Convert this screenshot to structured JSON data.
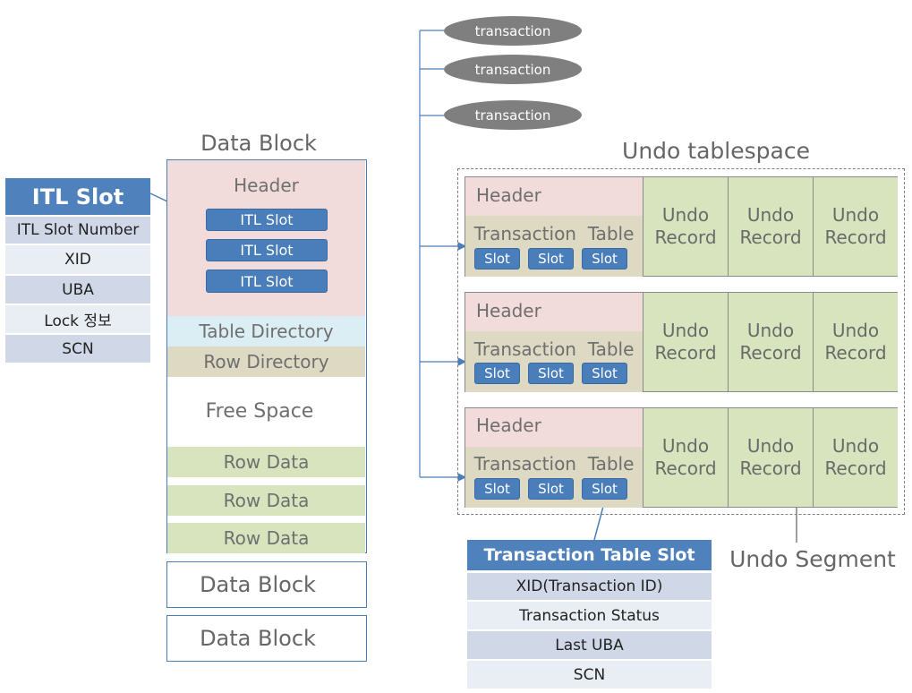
{
  "itl_slot": {
    "title": "ITL Slot",
    "fields": [
      "ITL Slot Number",
      "XID",
      "UBA",
      "Lock 정보",
      "SCN"
    ]
  },
  "data_block": {
    "title": "Data Block",
    "header_label": "Header",
    "itl_slots": [
      "ITL Slot",
      "ITL Slot",
      "ITL Slot"
    ],
    "table_directory": "Table Directory",
    "row_directory": "Row Directory",
    "free_space": "Free Space",
    "row_data": [
      "Row Data",
      "Row Data",
      "Row Data"
    ],
    "extra_blocks": [
      "Data Block",
      "Data Block"
    ]
  },
  "transactions": [
    "transaction",
    "transaction",
    "transaction"
  ],
  "undo_tablespace": {
    "title": "Undo tablespace",
    "segments": [
      {
        "header": "Header",
        "table_label": "Transaction  Table",
        "slots": [
          "Slot",
          "Slot",
          "Slot"
        ],
        "records": [
          "Undo\nRecord",
          "Undo\nRecord",
          "Undo\nRecord"
        ]
      },
      {
        "header": "Header",
        "table_label": "Transaction  Table",
        "slots": [
          "Slot",
          "Slot",
          "Slot"
        ],
        "records": [
          "Undo\nRecord",
          "Undo\nRecord",
          "Undo\nRecord"
        ]
      },
      {
        "header": "Header",
        "table_label": "Transaction  Table",
        "slots": [
          "Slot",
          "Slot",
          "Slot"
        ],
        "records": [
          "Undo\nRecord",
          "Undo\nRecord",
          "Undo\nRecord"
        ]
      }
    ],
    "segment_label": "Undo Segment"
  },
  "transaction_table_slot": {
    "title": "Transaction Table Slot",
    "fields": [
      "XID(Transaction ID)",
      "Transaction Status",
      "Last UBA",
      "SCN"
    ]
  },
  "colors": {
    "header_blue": "#4f81bd",
    "slot_blue": "#4a7ebb",
    "header_pink": "#f2dcdb",
    "undo_green": "#d7e4bd",
    "table_tan": "#ddd9c3",
    "table_dir_blue": "#dbeef4",
    "oval_gray": "#7f7f7f"
  }
}
